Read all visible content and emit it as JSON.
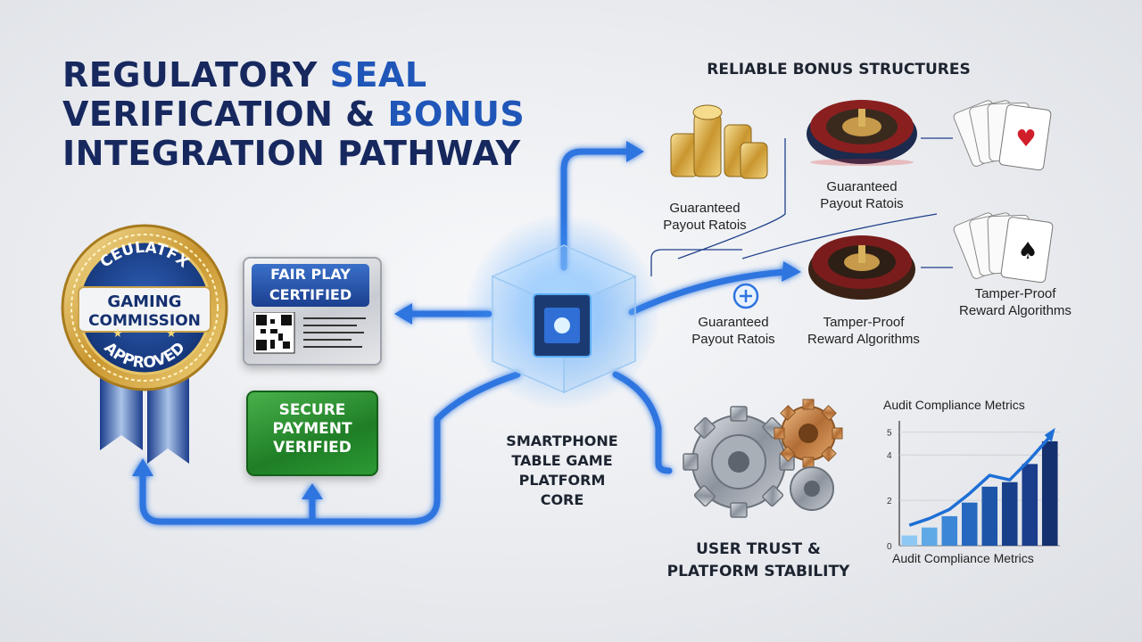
{
  "title": {
    "line1_a": "REGULATORY ",
    "line1_b": "SEAL",
    "line2_a": "VERIFICATION & ",
    "line2_b": "BONUS",
    "line3": "INTEGRATION PATHWAY"
  },
  "seal": {
    "top_text": "CEULATFX",
    "line1": "GAMING",
    "line2": "COMMISSION",
    "bottom_text": "APPROVED"
  },
  "fair_play": {
    "line1": "FAIR PLAY",
    "line2": "CERTIFIED"
  },
  "secure_payment": {
    "line1": "SECURE",
    "line2": "PAYMENT",
    "line3": "VERIFIED"
  },
  "core": {
    "line1": "SMARTPHONE",
    "line2": "TABLE GAME",
    "line3": "PLATFORM",
    "line4": "CORE"
  },
  "bonus": {
    "heading": "RELIABLE BONUS STRUCTURES",
    "coins_label_1": "Guaranteed",
    "coins_label_2": "Payout Ratois",
    "roulette_top_label_1": "Guaranteed",
    "roulette_top_label_2": "Payout Ratois",
    "plus_label_1": "Guaranteed",
    "plus_label_2": "Payout Ratois",
    "roulette_bottom_label_1": "Tamper-Proof",
    "roulette_bottom_label_2": "Reward Algorithms",
    "cards_right_label_1": "Tamper-Proof",
    "cards_right_label_2": "Reward Algorithms"
  },
  "trust": {
    "line1": "USER TRUST &",
    "line2": "PLATFORM STABILITY"
  },
  "chart_data": {
    "type": "bar",
    "title": "Audit Compliance Metrics",
    "xlabel": "Audit Compliance Metrics",
    "ylabel": "",
    "yticks": [
      "0",
      "2",
      "4",
      "5"
    ],
    "categories": [
      "",
      "",
      "",
      "",
      "",
      "",
      "",
      ""
    ],
    "values": [
      0.45,
      0.8,
      1.3,
      1.9,
      2.6,
      2.8,
      3.6,
      4.6
    ],
    "trend": [
      0.9,
      1.2,
      1.6,
      2.3,
      3.1,
      2.9,
      3.8,
      4.8
    ],
    "ylim": [
      0,
      5.5
    ],
    "colors": [
      "#8ec8f2",
      "#5ea9e6",
      "#3b86d6",
      "#2668c0",
      "#1d55a8",
      "#183f8a",
      "#1a3d8c",
      "#14306f"
    ],
    "trend_color": "#1f6fd6"
  },
  "colors": {
    "title_dark": "#16285e",
    "title_accent": "#1f56b8",
    "pipe_glow": "#3b86f0"
  }
}
